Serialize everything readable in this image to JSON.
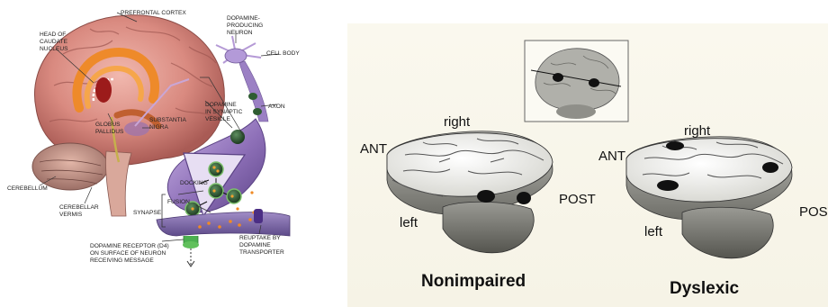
{
  "left_figure": {
    "labels": {
      "prefrontal_cortex": "PREFRONTAL CORTEX",
      "head_of_caudate_line1": "HEAD OF",
      "head_of_caudate_line2": "CAUDATE",
      "head_of_caudate_line3": "NUCLEUS",
      "dopamine_neuron_line1": "DOPAMINE-",
      "dopamine_neuron_line2": "PRODUCING",
      "dopamine_neuron_line3": "NEURON",
      "cell_body": "CELL BODY",
      "axon": "AXON",
      "globus_pallidus_line1": "GLOBUS",
      "globus_pallidus_line2": "PALLIDUS",
      "substantia_nigra_line1": "SUBSTANTIA",
      "substantia_nigra_line2": "NIGRA",
      "dopamine_vesicle_line1": "DOPAMINE",
      "dopamine_vesicle_line2": "IN SYNAPTIC",
      "dopamine_vesicle_line3": "VESICLE",
      "cerebellum": "CEREBELLUM",
      "cerebellar_vermis_line1": "CEREBELLAR",
      "cerebellar_vermis_line2": "VERMIS",
      "docking": "DOCKING",
      "fusion": "FUSION",
      "synapse": "SYNAPSE",
      "receptor_line1": "DOPAMINE RECEPTOR (D4)",
      "receptor_line2": "ON SURFACE OF NEURON",
      "receptor_line3": "RECEIVING MESSAGE",
      "reuptake_line1": "REUPTAKE BY",
      "reuptake_line2": "DOPAMINE",
      "reuptake_line3": "TRANSPORTER"
    }
  },
  "right_figure": {
    "nonimpaired": {
      "ant": "ANT",
      "right": "right",
      "post": "POST",
      "left": "left",
      "title": "Nonimpaired"
    },
    "dyslexic": {
      "ant": "ANT",
      "right": "right",
      "post": "POST",
      "left": "left",
      "title": "Dyslexic"
    }
  },
  "colors": {
    "brain_pink": "#d98a80",
    "caudate_orange": "#ee8a2a",
    "neuron_purple": "#8e70b8",
    "scan_gray": "#9a9a9a",
    "lesion_black": "#111111"
  }
}
